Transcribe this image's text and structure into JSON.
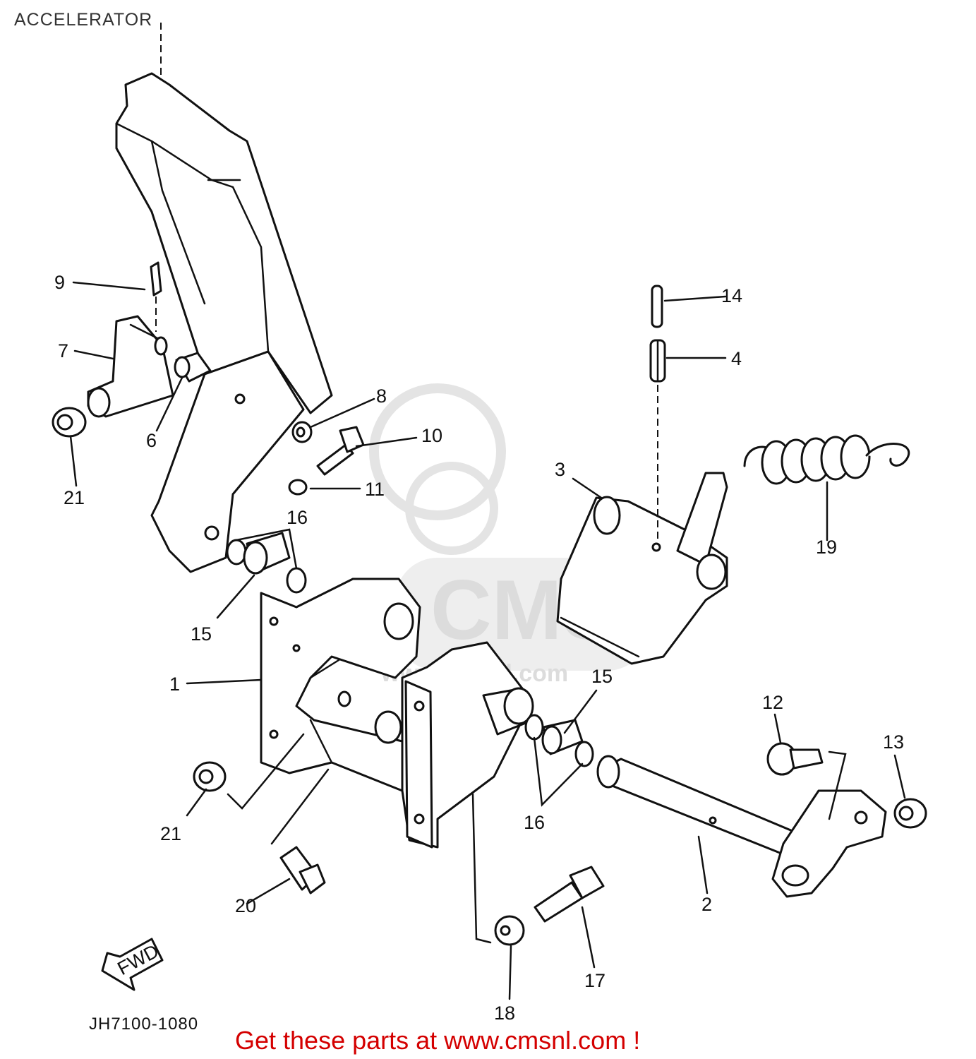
{
  "header": {
    "title": "ACCELERATOR"
  },
  "footer": {
    "drawing_code": "JH7100-1080",
    "promo": "Get these parts at www.cmsnl.com !"
  },
  "watermark": {
    "logo_text": "CMS",
    "url_text": "www.cmsnl.com"
  },
  "fwd_label": "FWD",
  "colors": {
    "promo": "#d40000",
    "line": "#111111",
    "watermark": "#e4e4e4"
  },
  "callouts": [
    "1",
    "2",
    "3",
    "4",
    "6",
    "7",
    "8",
    "9",
    "10",
    "11",
    "12",
    "13",
    "14",
    "15",
    "15",
    "16",
    "16",
    "17",
    "18",
    "19",
    "20",
    "21",
    "21"
  ]
}
